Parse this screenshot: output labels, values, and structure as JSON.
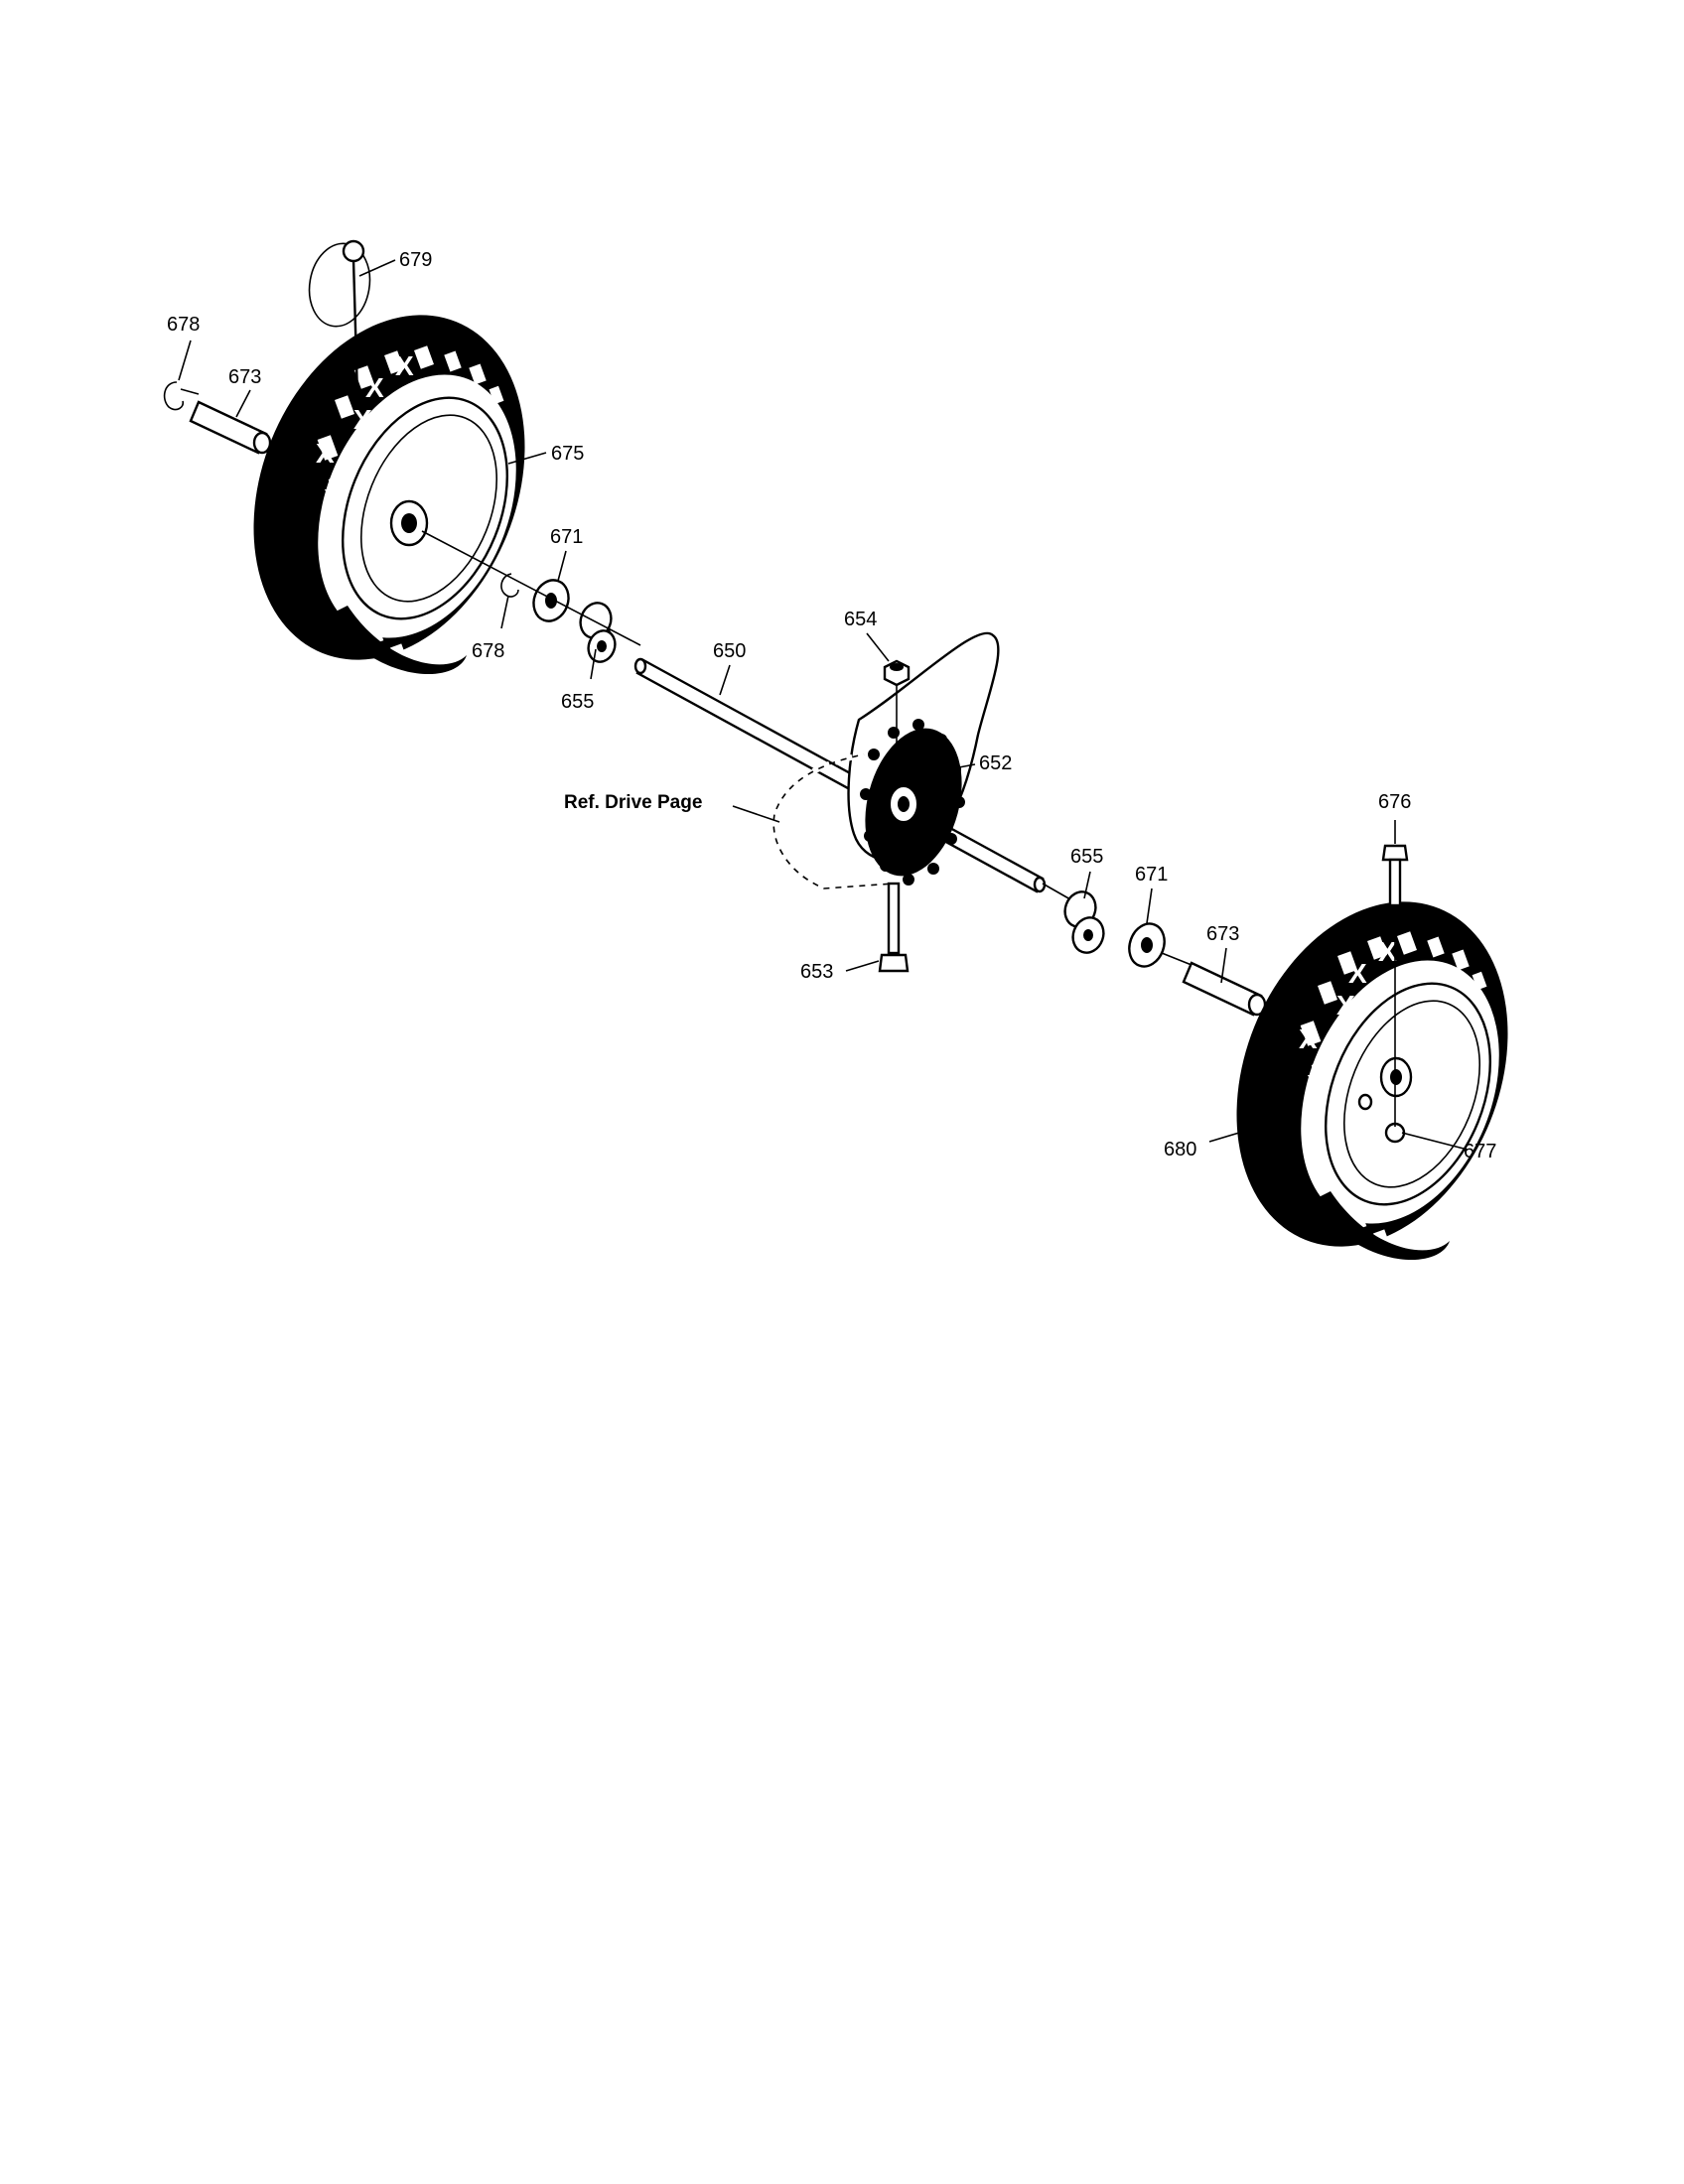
{
  "diagram": {
    "ref_label": "Ref. Drive Page",
    "callouts": {
      "c679": "679",
      "c678a": "678",
      "c673a": "673",
      "c675": "675",
      "c671a": "671",
      "c678b": "678",
      "c655a": "655",
      "c650": "650",
      "c654": "654",
      "c652": "652",
      "c676": "676",
      "c655b": "655",
      "c671b": "671",
      "c673b": "673",
      "c653": "653",
      "c680": "680",
      "c677": "677"
    }
  }
}
